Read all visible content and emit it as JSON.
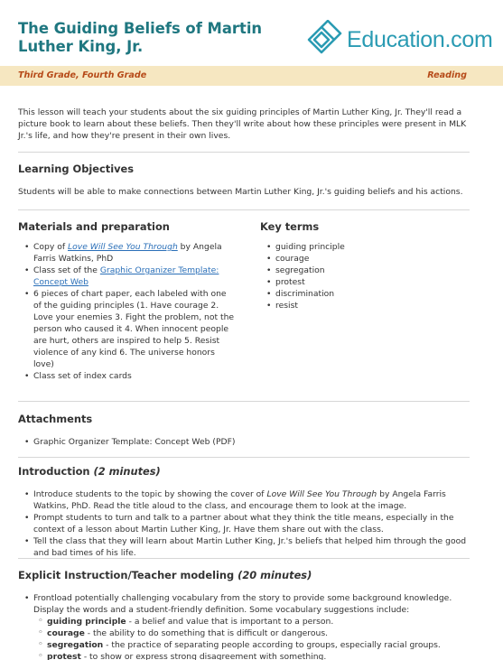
{
  "header": {
    "title": "The Guiding Beliefs of Martin Luther King, Jr.",
    "logo_text": "Education.com",
    "logo_icon": "pencil-layers-icon"
  },
  "meta": {
    "grades": "Third Grade, Fourth Grade",
    "subject": "Reading"
  },
  "intro_text": "This lesson will teach your students about the six guiding principles of Martin Luther King, Jr. They'll read a picture book to learn about these beliefs. Then they'll write about how these principles were present in MLK Jr.'s life, and how they're present in their own lives.",
  "objectives": {
    "heading": "Learning Objectives",
    "text": "Students will be able to make connections between Martin Luther King, Jr.'s guiding beliefs and his actions."
  },
  "materials": {
    "heading": "Materials and preparation",
    "item1_prefix": "Copy of ",
    "item1_link": "Love Will See You Through",
    "item1_suffix": " by Angela Farris Watkins, PhD",
    "item2_prefix": "Class set of the ",
    "item2_link": "Graphic Organizer Template: Concept Web",
    "item3": "6 pieces of chart paper, each labeled with one of the guiding principles (1. Have courage 2. Love your enemies 3. Fight the problem, not the person who caused it 4. When innocent people are hurt, others are inspired to help 5. Resist violence of any kind 6. The universe honors love)",
    "item4": "Class set of index cards"
  },
  "key_terms": {
    "heading": "Key terms",
    "items": [
      "guiding principle",
      "courage",
      "segregation",
      "protest",
      "discrimination",
      "resist"
    ]
  },
  "attachments": {
    "heading": "Attachments",
    "items": [
      "Graphic Organizer Template: Concept Web (PDF)"
    ]
  },
  "introduction": {
    "heading": "Introduction",
    "time": "(2 minutes)",
    "item1_prefix": "Introduce students to the topic by showing the cover of ",
    "item1_title": "Love Will See You Through",
    "item1_suffix": " by Angela Farris Watkins, PhD. Read the title aloud to the class, and encourage them to look at the image.",
    "item2": "Prompt students to turn and talk to a partner about what they think the title means, especially in the context of a lesson about Martin Luther King, Jr. Have them share out with the class.",
    "item3": "Tell the class that they will learn about Martin Luther King, Jr.'s beliefs that helped him through the good and bad times of his life."
  },
  "explicit": {
    "heading": "Explicit Instruction/Teacher modeling",
    "time": "(20 minutes)",
    "item1": "Frontload potentially challenging vocabulary from the story to provide some background knowledge. Display the words and a student-friendly definition. Some vocabulary suggestions include:",
    "vocab": [
      {
        "term": "guiding principle",
        "def": " - a belief and value that is important to a person."
      },
      {
        "term": "courage",
        "def": " - the ability to do something that is difficult or dangerous."
      },
      {
        "term": "segregation",
        "def": " - the practice of separating people according to groups, especially racial groups."
      },
      {
        "term": "protest",
        "def": " - to show or express strong disagreement with something."
      }
    ]
  }
}
